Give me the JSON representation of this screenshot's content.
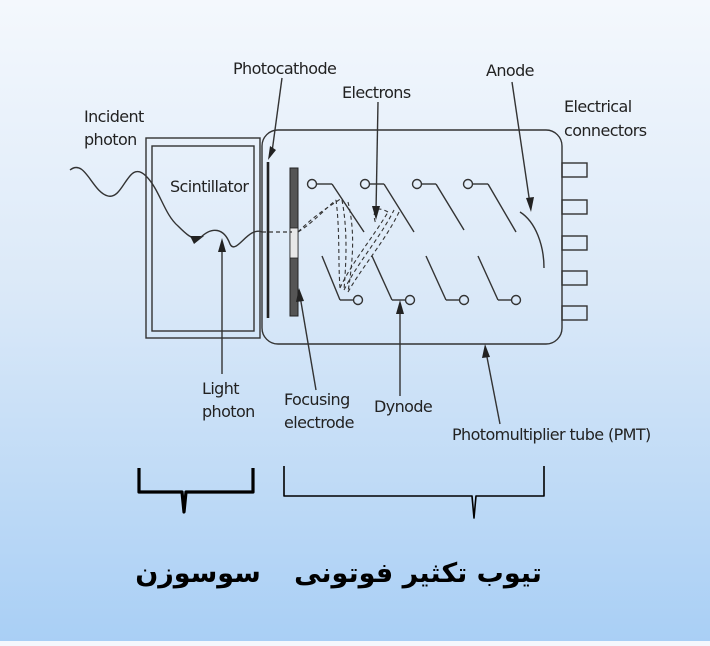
{
  "labels": {
    "incident_photon_1": "Incident",
    "incident_photon_2": "photon",
    "scintillator": "Scintillator",
    "photocathode": "Photocathode",
    "electrons": "Electrons",
    "anode": "Anode",
    "electrical_connectors_1": "Electrical",
    "electrical_connectors_2": "connectors",
    "light_photon_1": "Light",
    "light_photon_2": "photon",
    "focusing_electrode_1": "Focusing",
    "focusing_electrode_2": "electrode",
    "dynode": "Dynode",
    "pmt": "Photomultiplier tube (PMT)"
  },
  "persian": {
    "scintillator": "سوسوزن",
    "pmt": "تیوب تکثیر فوتونی"
  },
  "colors": {
    "stroke": "#333333",
    "focusing_electrode": "#555555",
    "background_bottom": "#a9cff5"
  }
}
